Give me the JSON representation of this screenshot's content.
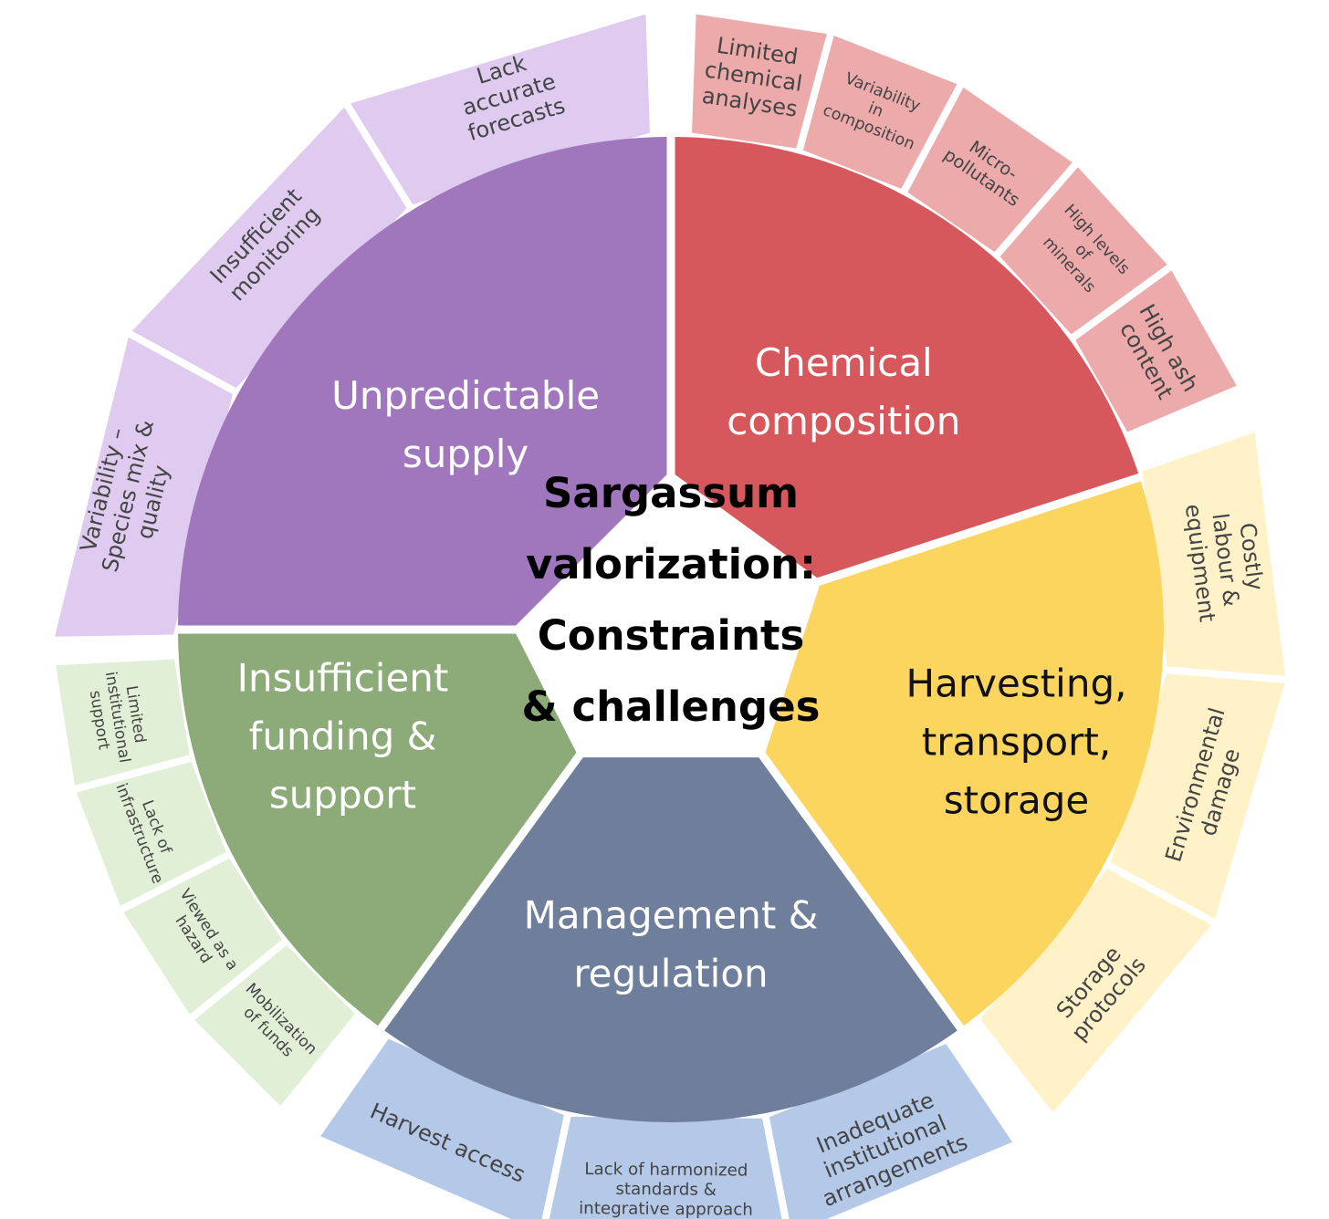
{
  "title_lines": [
    "Sargassum",
    "valorization:",
    "Constraints",
    "& challenges"
  ],
  "categories": [
    {
      "id": "supply",
      "lines": [
        "Unpredictable",
        "supply"
      ],
      "color": "#a077bd",
      "light": "#decbef",
      "text_color": "#ffffff",
      "items": [
        {
          "lines": [
            "Variability –",
            "Species mix &",
            "quality"
          ]
        },
        {
          "lines": [
            "Insufficient",
            "monitoring"
          ]
        },
        {
          "lines": [
            "Lack",
            "accurate",
            "forecasts"
          ]
        }
      ]
    },
    {
      "id": "chemical",
      "lines": [
        "Chemical",
        "composition"
      ],
      "color": "#d6585d",
      "light": "#ecaaab",
      "text_color": "#ffffff",
      "items": [
        {
          "lines": [
            "Limited",
            "chemical",
            "analyses"
          ]
        },
        {
          "lines": [
            "Variability",
            "in",
            "composition"
          ]
        },
        {
          "lines": [
            "Micro-",
            "pollutants"
          ]
        },
        {
          "lines": [
            "High levels",
            "of",
            "minerals"
          ]
        },
        {
          "lines": [
            "High ash",
            "content"
          ]
        }
      ]
    },
    {
      "id": "harvesting",
      "lines": [
        "Harvesting,",
        "transport,",
        "storage"
      ],
      "color": "#fcd55e",
      "light": "#fff1c8",
      "text_color": "#111111",
      "items": [
        {
          "lines": [
            "Costly",
            "labour &",
            "equipment"
          ]
        },
        {
          "lines": [
            "Environmental",
            "damage"
          ]
        },
        {
          "lines": [
            "Storage",
            "protocols"
          ]
        }
      ]
    },
    {
      "id": "management",
      "lines": [
        "Management &",
        "regulation"
      ],
      "color": "#6e7e9b",
      "light": "#b4c8e8",
      "text_color": "#ffffff",
      "items": [
        {
          "lines": [
            "Inadequate",
            "institutional",
            "arrangements"
          ]
        },
        {
          "lines": [
            "Lack of harmonized",
            "standards &",
            "integrative approach"
          ]
        },
        {
          "lines": [
            "Harvest access"
          ]
        }
      ]
    },
    {
      "id": "funding",
      "lines": [
        "Insufficient",
        "funding &",
        "support"
      ],
      "color": "#8daa79",
      "light": "#e1efd6",
      "text_color": "#ffffff",
      "items": [
        {
          "lines": [
            "Mobilization",
            "of funds"
          ]
        },
        {
          "lines": [
            "Viewed as a",
            "hazard"
          ]
        },
        {
          "lines": [
            "Lack of",
            "infrastructure"
          ]
        },
        {
          "lines": [
            "Limited",
            "institutional",
            "support"
          ]
        }
      ]
    }
  ]
}
